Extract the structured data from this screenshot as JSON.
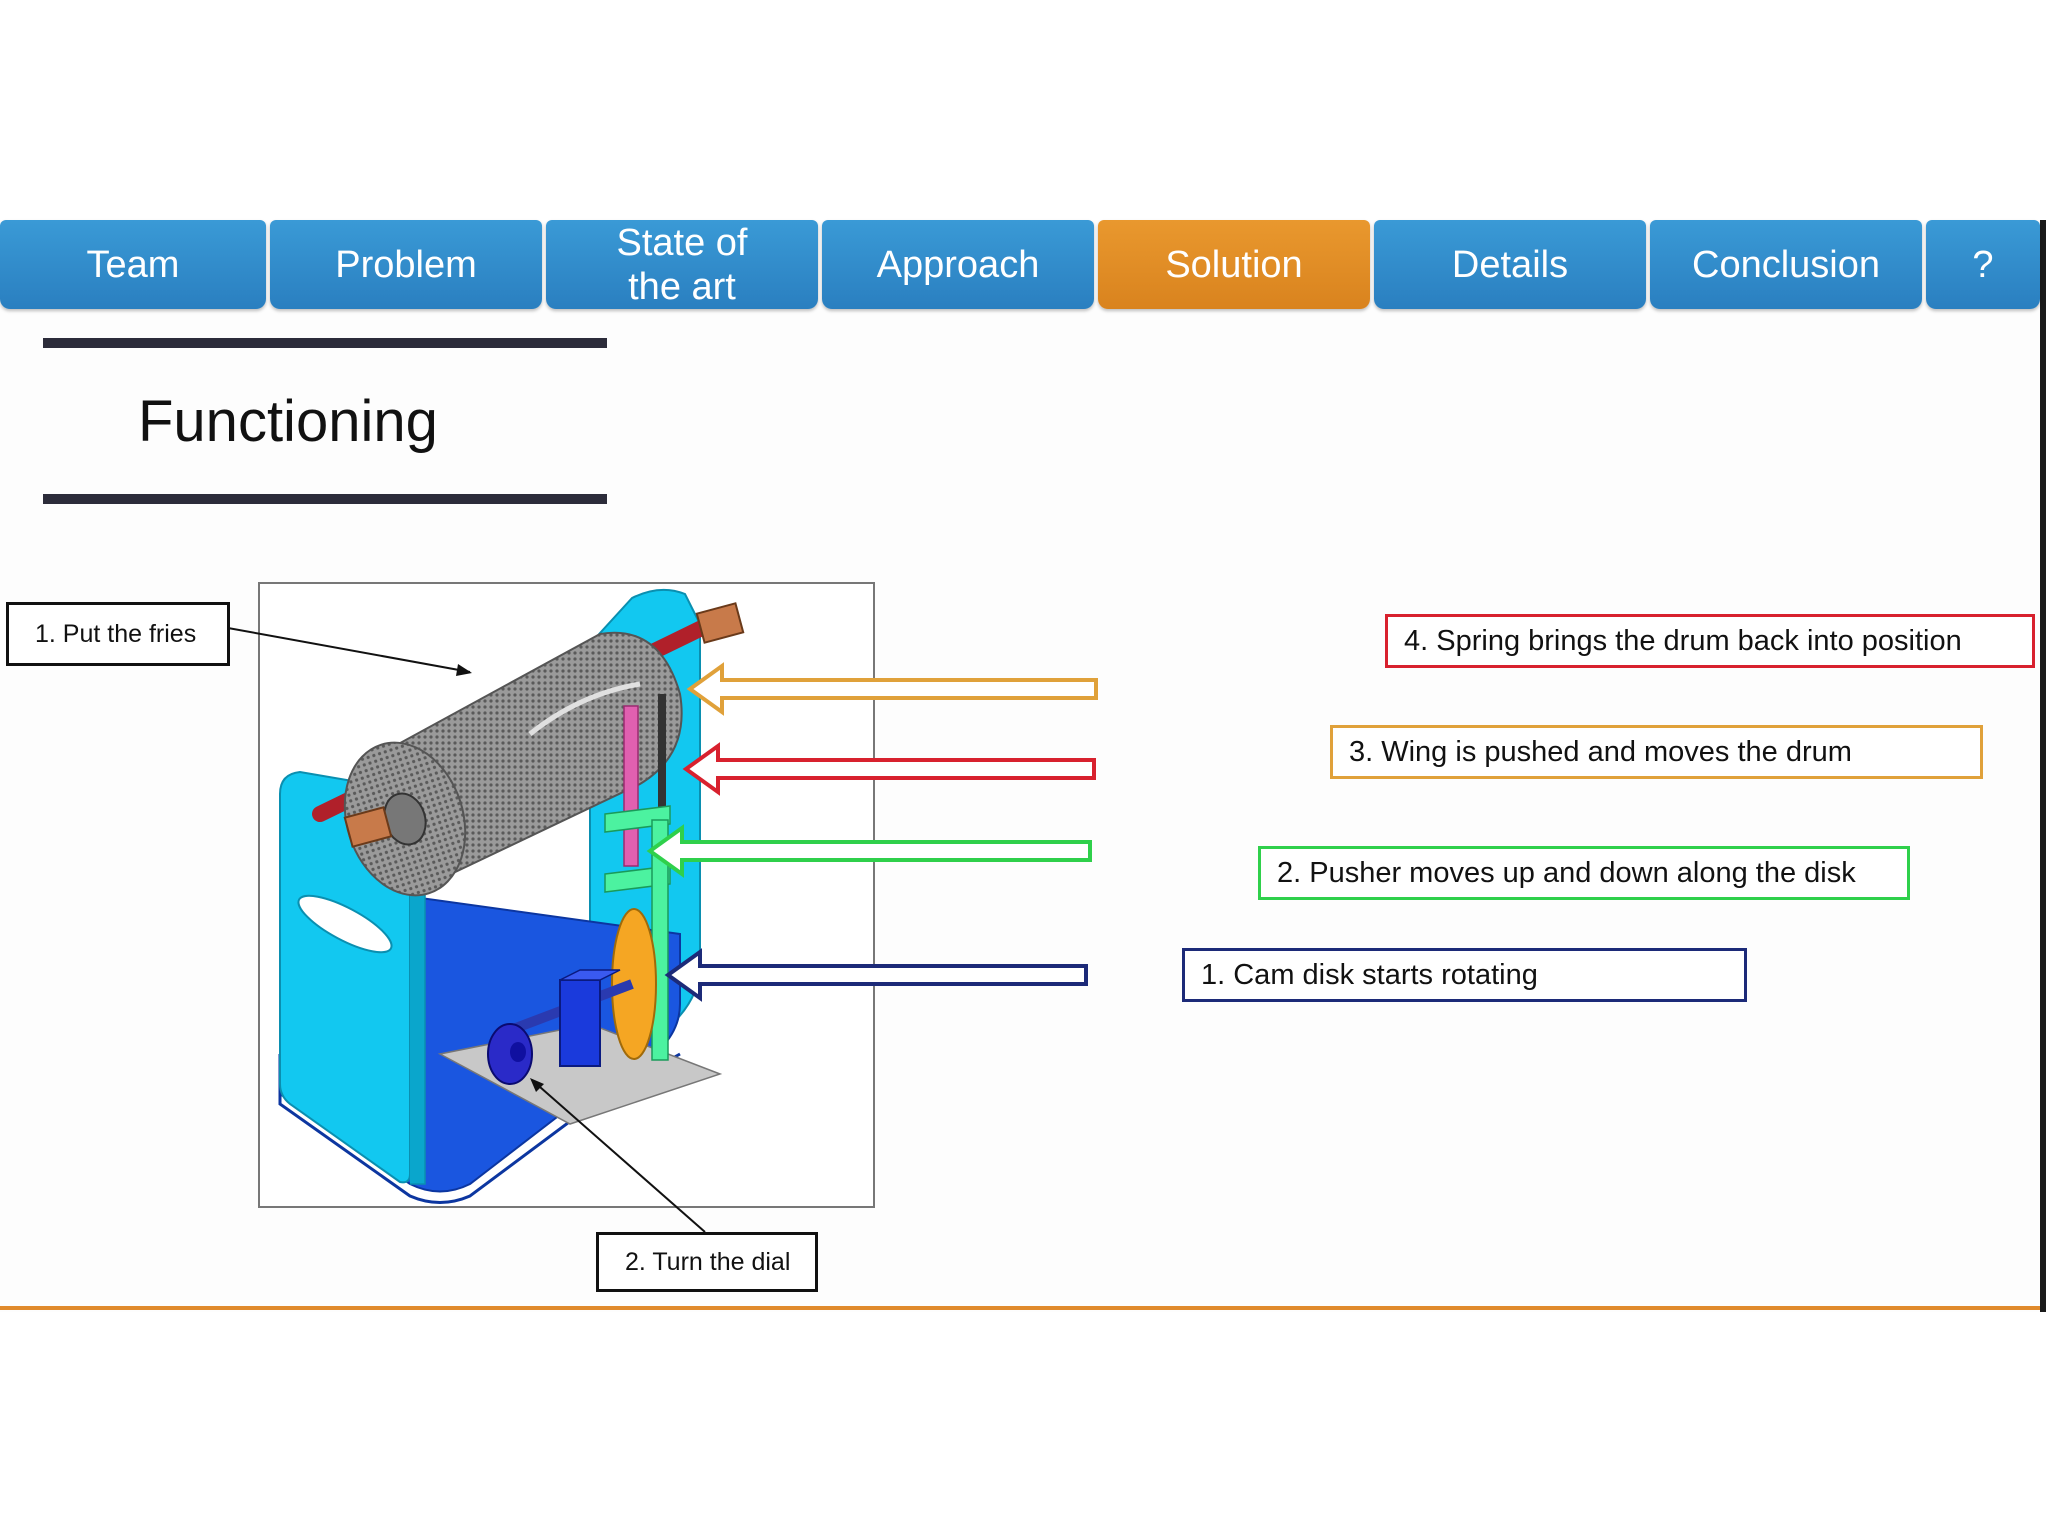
{
  "nav": {
    "tabs": [
      {
        "label": "Team"
      },
      {
        "label": "Problem"
      },
      {
        "label_line1": "State of",
        "label_line2": "the art"
      },
      {
        "label": "Approach"
      },
      {
        "label": "Solution",
        "active": true
      },
      {
        "label": "Details"
      },
      {
        "label": "Conclusion"
      },
      {
        "label": "?"
      }
    ]
  },
  "title": "Functioning",
  "callouts": {
    "put_fries": "1. Put the fries",
    "turn_dial": "2. Turn the dial"
  },
  "steps": [
    {
      "label": "4. Spring brings the drum back into position",
      "color": "#d8212e"
    },
    {
      "label": "3. Wing is pushed and moves the drum",
      "color": "#e0a13a"
    },
    {
      "label": "2. Pusher moves up and down along the disk",
      "color": "#2fd04b"
    },
    {
      "label": "1. Cam disk starts rotating",
      "color": "#1c2a78"
    }
  ],
  "colors": {
    "nav_blue": "#2a7fc0",
    "nav_active": "#e08a22",
    "frame_cyan": "#12c8f0",
    "base_blue": "#1a56e0",
    "drum_gray": "#8a8a8a",
    "axle_red": "#b0202a",
    "cam_orange": "#f5a623",
    "pusher_green": "#4cf2a0",
    "rod_pink": "#e060b0"
  }
}
